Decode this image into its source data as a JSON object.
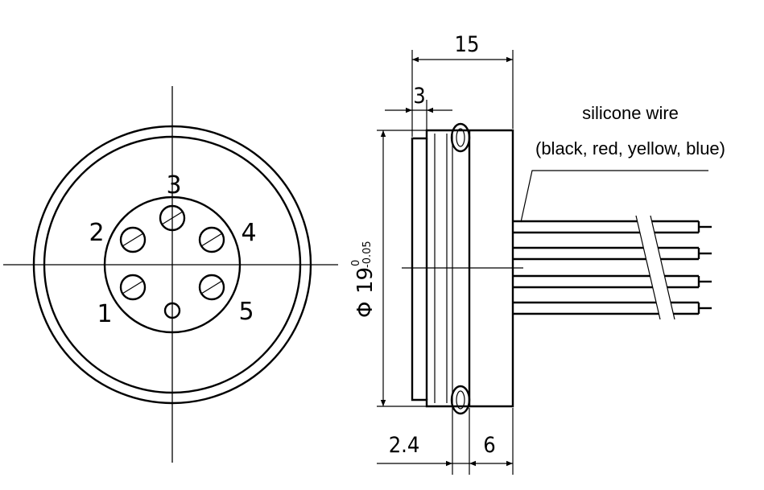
{
  "front_view": {
    "pin_labels": [
      "1",
      "2",
      "3",
      "4",
      "5"
    ]
  },
  "side_view": {
    "dimensions": {
      "overall_length": "15",
      "flange_thickness": "3",
      "groove_offset": "2.4",
      "body_length": "6"
    },
    "diameter": {
      "symbol": "Φ",
      "value": "19",
      "upper_tolerance": "0",
      "lower_tolerance": "-0.05"
    },
    "wire_label": {
      "line1": "silicone wire",
      "line2": "(black, red, yellow, blue)"
    }
  }
}
